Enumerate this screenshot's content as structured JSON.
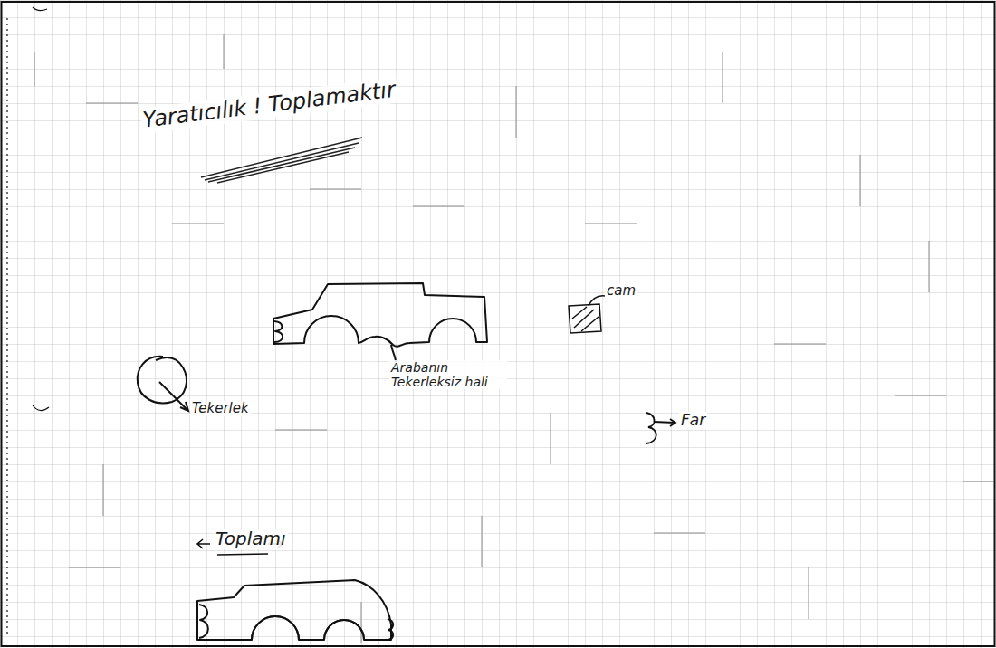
{
  "diagram": {
    "title": "Yaratıcılık ! Toplamaktır",
    "labels": [
      "cam",
      "Tekerlek",
      "Arabanın Tekerleksiz hali",
      "Far",
      "Toplamı"
    ]
  }
}
